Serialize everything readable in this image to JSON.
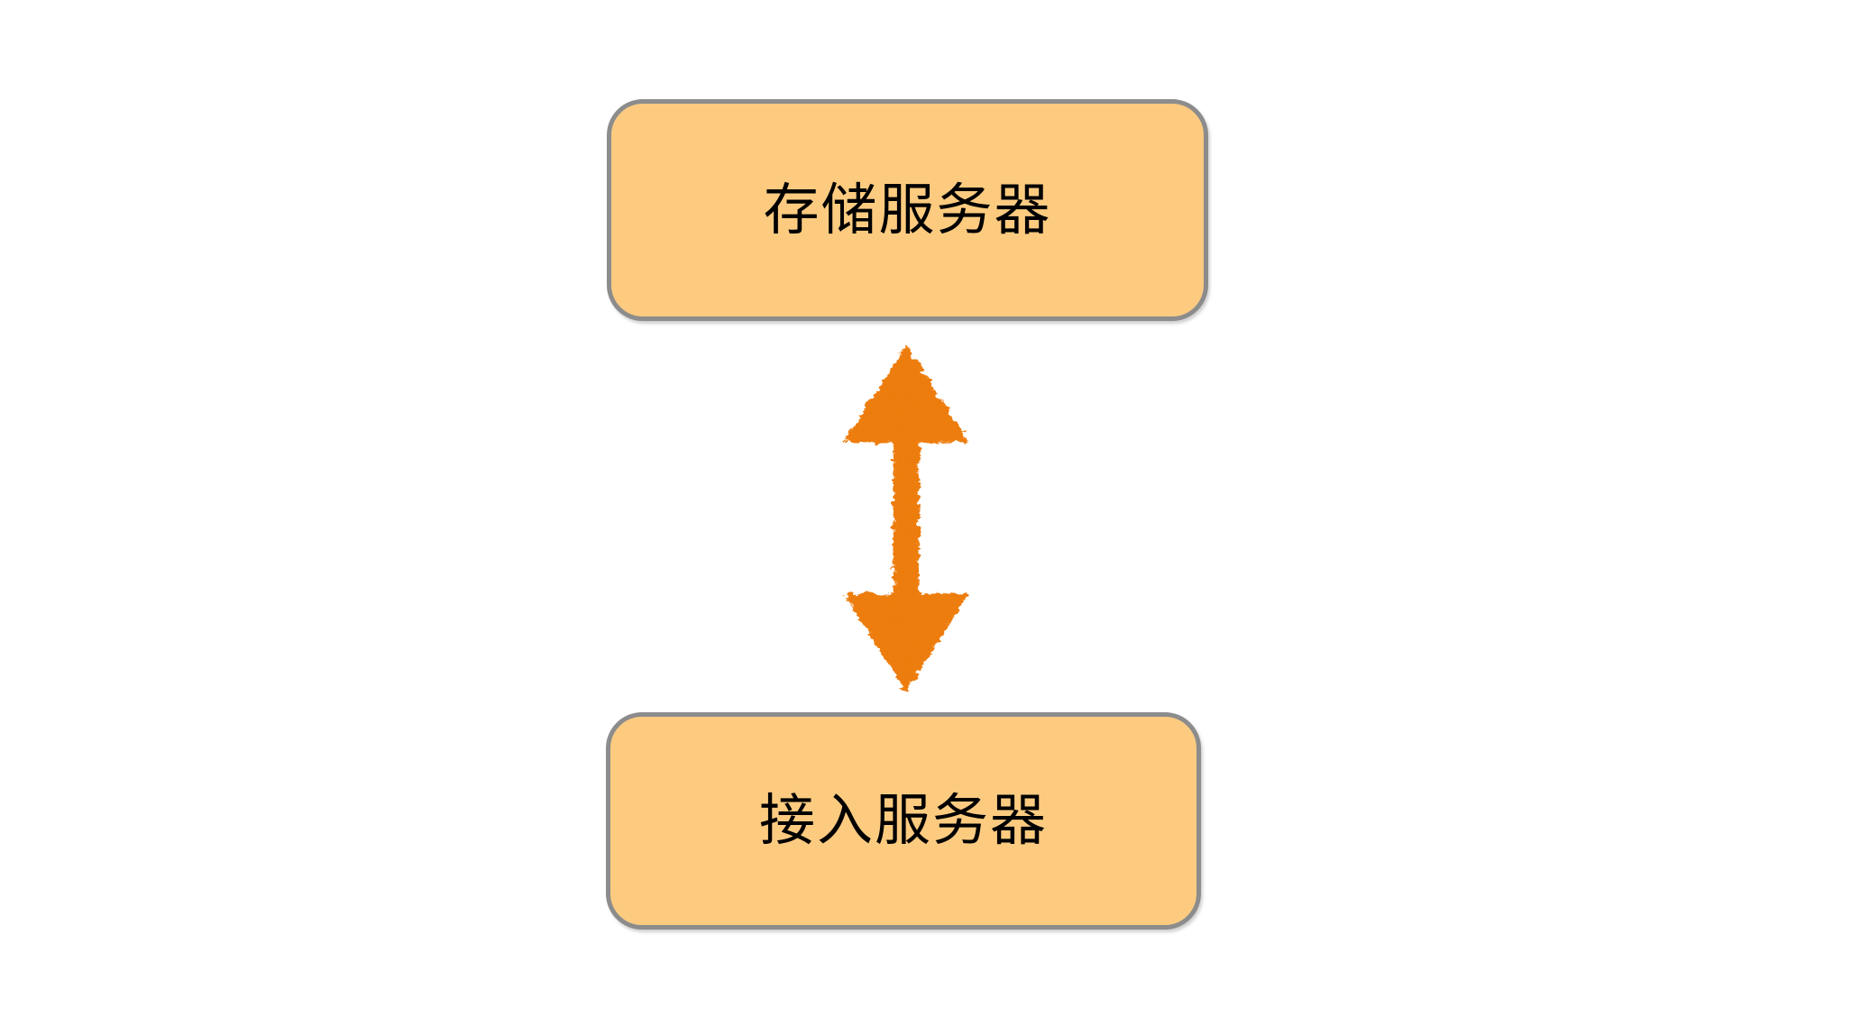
{
  "diagram": {
    "title": "",
    "background_color": "#ffffff",
    "nodes": [
      {
        "id": "storage-server",
        "label": "存储服务器",
        "fill_color": "#fccb80",
        "border_color": "#8c8c8c",
        "text_color": "#000000",
        "shape": "rounded-rectangle"
      },
      {
        "id": "access-server",
        "label": "接入服务器",
        "fill_color": "#fccb80",
        "border_color": "#8c8c8c",
        "text_color": "#000000",
        "shape": "rounded-rectangle"
      }
    ],
    "connectors": [
      {
        "id": "storage-access-link",
        "from": "storage-server",
        "to": "access-server",
        "style": "double-headed-arrow",
        "sketch": "rough-chalk",
        "color": "#ed7d0e",
        "label": ""
      }
    ]
  }
}
